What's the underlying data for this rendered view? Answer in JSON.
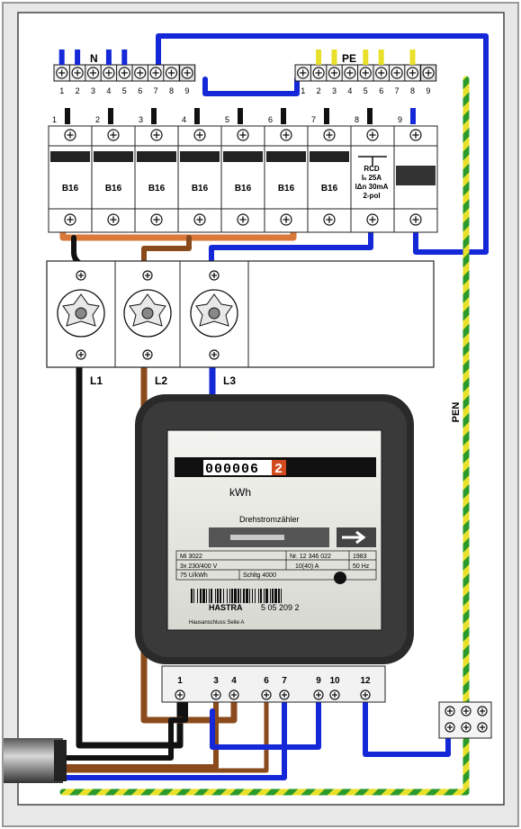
{
  "terminal_strips": {
    "n_label": "N",
    "pe_label": "PE",
    "n_numbers": [
      "1",
      "2",
      "3",
      "4",
      "5",
      "6",
      "7",
      "8",
      "9"
    ],
    "pe_numbers": [
      "1",
      "2",
      "3",
      "4",
      "5",
      "6",
      "7",
      "8",
      "9"
    ]
  },
  "breakers": {
    "top_numbers": [
      "1",
      "2",
      "3",
      "4",
      "5",
      "6",
      "7",
      "8",
      "9"
    ],
    "ratings": [
      "B16",
      "B16",
      "B16",
      "B16",
      "B16",
      "B16",
      "B16"
    ],
    "rcd_lines": [
      "RCD",
      "Iₙ 25A",
      "IΔn 30mA",
      "2-pol"
    ]
  },
  "phase_labels": [
    "L1",
    "L2",
    "L3"
  ],
  "pen_label": "PEN",
  "meter": {
    "counter": "000006",
    "counter_last": "2",
    "unit": "kWh",
    "title": "Drehstromzähler",
    "model": "Mi 3022",
    "serial": "Nr. 12 346 022",
    "year": "1983",
    "voltage": "3x 230/400 V",
    "current": "10(40) A",
    "frequency": "50 Hz",
    "constant": "75 U/kWh",
    "schaltung": "Schltg 4000",
    "brand": "HASTRA",
    "barcode_no": "5 05 209 2",
    "note": "Hausanschluss Seite A"
  },
  "meter_terminals": [
    "1",
    "3",
    "4",
    "6",
    "7",
    "9",
    "10",
    "12"
  ],
  "colors": {
    "neutral": "#1428d8",
    "phase_black": "#111111",
    "phase_brown": "#8a4a1c",
    "earth_yellow": "#e8e02a",
    "earth_green": "#2a9a2a",
    "busbar": "#d9783a"
  }
}
